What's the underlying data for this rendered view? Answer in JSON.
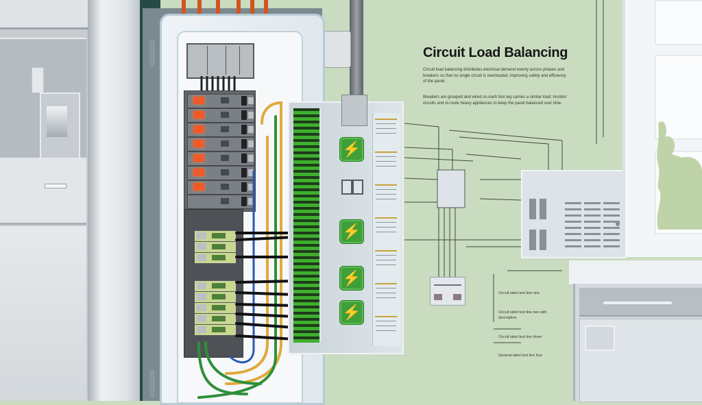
{
  "title": "Circuit Load Balancing",
  "paragraphs": [
    "Circuit load balancing distributes electrical demand evenly across phases and breakers so that no single circuit is overloaded, improving safety and efficiency of the panel.",
    "Breakers are grouped and wired so each bus leg carries a similar load; monitor circuits and re-route heavy appliances to keep the panel balanced over time."
  ],
  "diagram_labels": [
    "Circuit label text line one",
    "Circuit label text line two with description",
    "Circuit label text line three",
    "General label text line four"
  ],
  "panel": {
    "breaker_rows": 8,
    "green_breakers_upper": 3,
    "green_breakers_lower": 5,
    "status_icons": [
      "lightning-icon",
      "lightning-icon",
      "lightning-icon",
      "lightning-icon"
    ]
  },
  "colors": {
    "wall": "#c9dcc0",
    "indicator": "#f05a28",
    "status_green": "#3f9f38",
    "wire_orange": "#e2a93a",
    "wire_green": "#2f8f3a",
    "wire_blue": "#2a56b8",
    "copper": "#d3541f"
  }
}
